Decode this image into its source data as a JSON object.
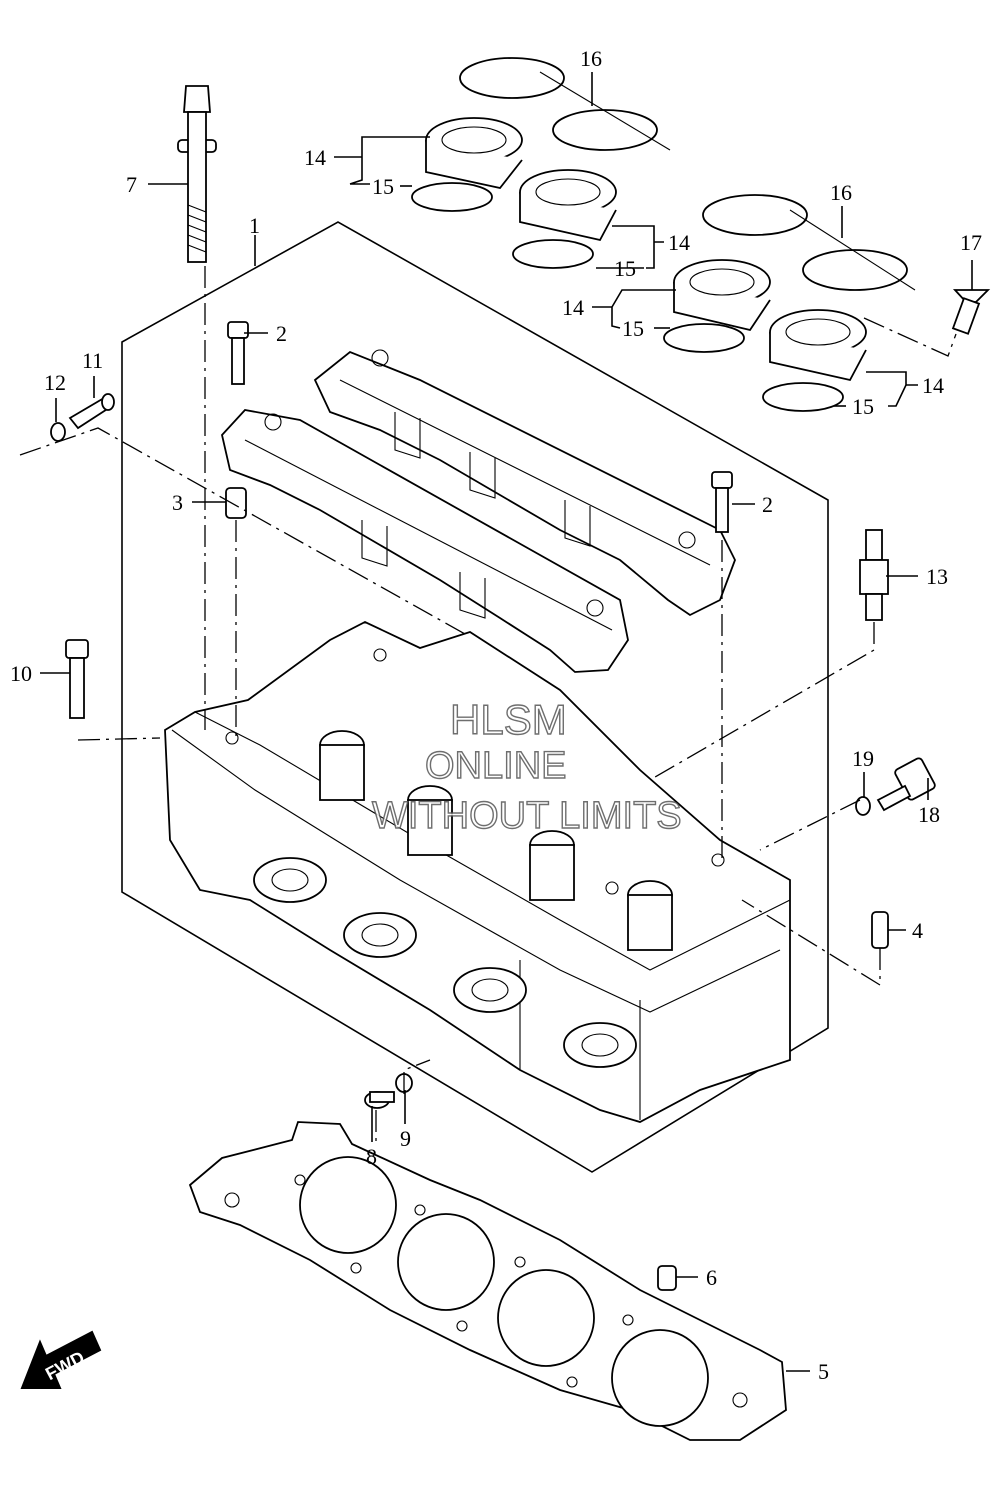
{
  "watermark": {
    "line1": "HLSM",
    "line2": "ONLINE",
    "line3": "WITHOUT LIMITS"
  },
  "fwd_label": "FWD",
  "callouts": [
    {
      "id": "c1",
      "label": "1"
    },
    {
      "id": "c2a",
      "label": "2"
    },
    {
      "id": "c2b",
      "label": "2"
    },
    {
      "id": "c3",
      "label": "3"
    },
    {
      "id": "c4",
      "label": "4"
    },
    {
      "id": "c5",
      "label": "5"
    },
    {
      "id": "c6",
      "label": "6"
    },
    {
      "id": "c7",
      "label": "7"
    },
    {
      "id": "c8",
      "label": "8"
    },
    {
      "id": "c9",
      "label": "9"
    },
    {
      "id": "c10",
      "label": "10"
    },
    {
      "id": "c11",
      "label": "11"
    },
    {
      "id": "c12",
      "label": "12"
    },
    {
      "id": "c13",
      "label": "13"
    },
    {
      "id": "c14a",
      "label": "14"
    },
    {
      "id": "c14b",
      "label": "14"
    },
    {
      "id": "c14c",
      "label": "14"
    },
    {
      "id": "c14d",
      "label": "14"
    },
    {
      "id": "c15a",
      "label": "15"
    },
    {
      "id": "c15b",
      "label": "15"
    },
    {
      "id": "c15c",
      "label": "15"
    },
    {
      "id": "c15d",
      "label": "15"
    },
    {
      "id": "c16a",
      "label": "16"
    },
    {
      "id": "c16b",
      "label": "16"
    },
    {
      "id": "c17",
      "label": "17"
    },
    {
      "id": "c18",
      "label": "18"
    },
    {
      "id": "c19",
      "label": "19"
    }
  ]
}
